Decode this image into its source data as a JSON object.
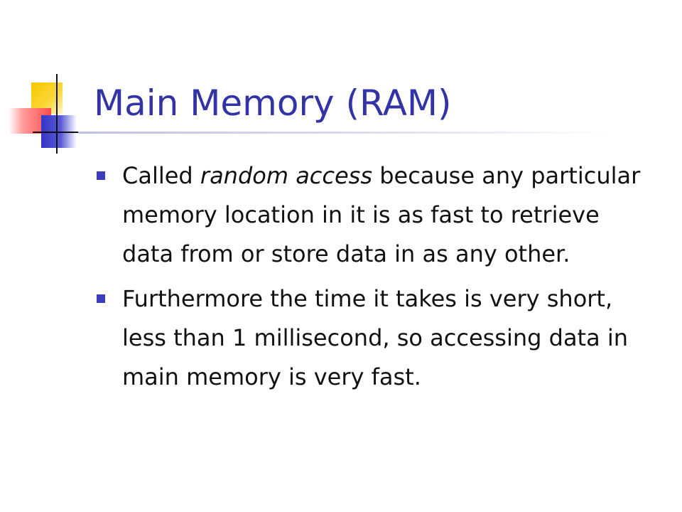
{
  "slide": {
    "title": "Main Memory (RAM)",
    "bullets": [
      {
        "prefix": "Called ",
        "emphasis": "random access",
        "suffix": " because any particular memory location in it is as fast to retrieve data from or store data in as any other."
      },
      {
        "prefix": "Furthermore the time it takes is very short, less than 1 millisecond, so accessing data in main memory is very fast.",
        "emphasis": "",
        "suffix": ""
      }
    ]
  },
  "colors": {
    "title": "#3333a8",
    "bullet_marker": "#3d3dbf",
    "body_text": "#111111"
  }
}
